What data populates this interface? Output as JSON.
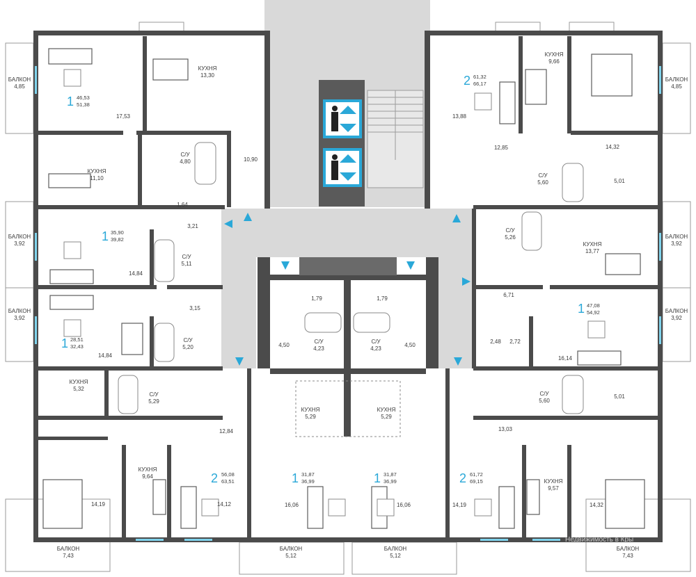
{
  "balconies": [
    {
      "label": "БАЛКОН",
      "area": "4,85"
    },
    {
      "label": "БАЛКОН",
      "area": "3,92"
    },
    {
      "label": "БАЛКОН",
      "area": "3,92"
    },
    {
      "label": "БАЛКОН",
      "area": "7,43"
    },
    {
      "label": "БАЛКОН",
      "area": "5,12"
    },
    {
      "label": "БАЛКОН",
      "area": "5,12"
    },
    {
      "label": "БАЛКОН",
      "area": "7,43"
    },
    {
      "label": "БАЛКОН",
      "area": "4,85"
    },
    {
      "label": "БАЛКОН",
      "area": "3,92"
    },
    {
      "label": "БАЛКОН",
      "area": "3,92"
    }
  ],
  "apartments": [
    {
      "rooms": "1",
      "living": "46,53",
      "total": "51,38"
    },
    {
      "rooms": "1",
      "living": "35,90",
      "total": "39,82"
    },
    {
      "rooms": "1",
      "living": "28,51",
      "total": "32,43"
    },
    {
      "rooms": "2",
      "living": "56,08",
      "total": "63,51"
    },
    {
      "rooms": "1",
      "living": "31,87",
      "total": "36,99"
    },
    {
      "rooms": "1",
      "living": "31,87",
      "total": "36,99"
    },
    {
      "rooms": "2",
      "living": "61,72",
      "total": "69,15"
    },
    {
      "rooms": "1",
      "living": "47,08",
      "total": "54,92"
    },
    {
      "rooms": "2",
      "living": "61,32",
      "total": "66,17"
    }
  ],
  "kitchens": [
    {
      "label": "КУХНЯ",
      "area": "13,30"
    },
    {
      "label": "КУХНЯ",
      "area": "11,10"
    },
    {
      "label": "КУХНЯ",
      "area": "5,32"
    },
    {
      "label": "КУХНЯ",
      "area": "9,64"
    },
    {
      "label": "КУХНЯ",
      "area": "5,29"
    },
    {
      "label": "КУХНЯ",
      "area": "5,29"
    },
    {
      "label": "КУХНЯ",
      "area": "9,57"
    },
    {
      "label": "КУХНЯ",
      "area": "13,77"
    },
    {
      "label": "КУХНЯ",
      "area": "9,66"
    }
  ],
  "bathrooms": [
    {
      "label": "С/У",
      "area": "4,80"
    },
    {
      "label": "С/У",
      "area": "5,11"
    },
    {
      "label": "С/У",
      "area": "5,20"
    },
    {
      "label": "С/У",
      "area": "5,29"
    },
    {
      "label": "С/У",
      "area": "4,23"
    },
    {
      "label": "С/У",
      "area": "4,23"
    },
    {
      "label": "С/У",
      "area": "5,60"
    },
    {
      "label": "С/У",
      "area": "5,26"
    },
    {
      "label": "С/У",
      "area": "5,60"
    }
  ],
  "room_areas": [
    "17,53",
    "10,90",
    "1,64",
    "3,21",
    "14,84",
    "3,15",
    "14,84",
    "12,84",
    "14,19",
    "14,12",
    "1,79",
    "1,79",
    "4,50",
    "4,50",
    "16,06",
    "16,06",
    "14,19",
    "13,03",
    "14,32",
    "5,01",
    "16,14",
    "2,48",
    "2,72",
    "6,71",
    "13,88",
    "12,85",
    "14,32",
    "5,01"
  ],
  "watermark": "Недвижимость в Кры"
}
